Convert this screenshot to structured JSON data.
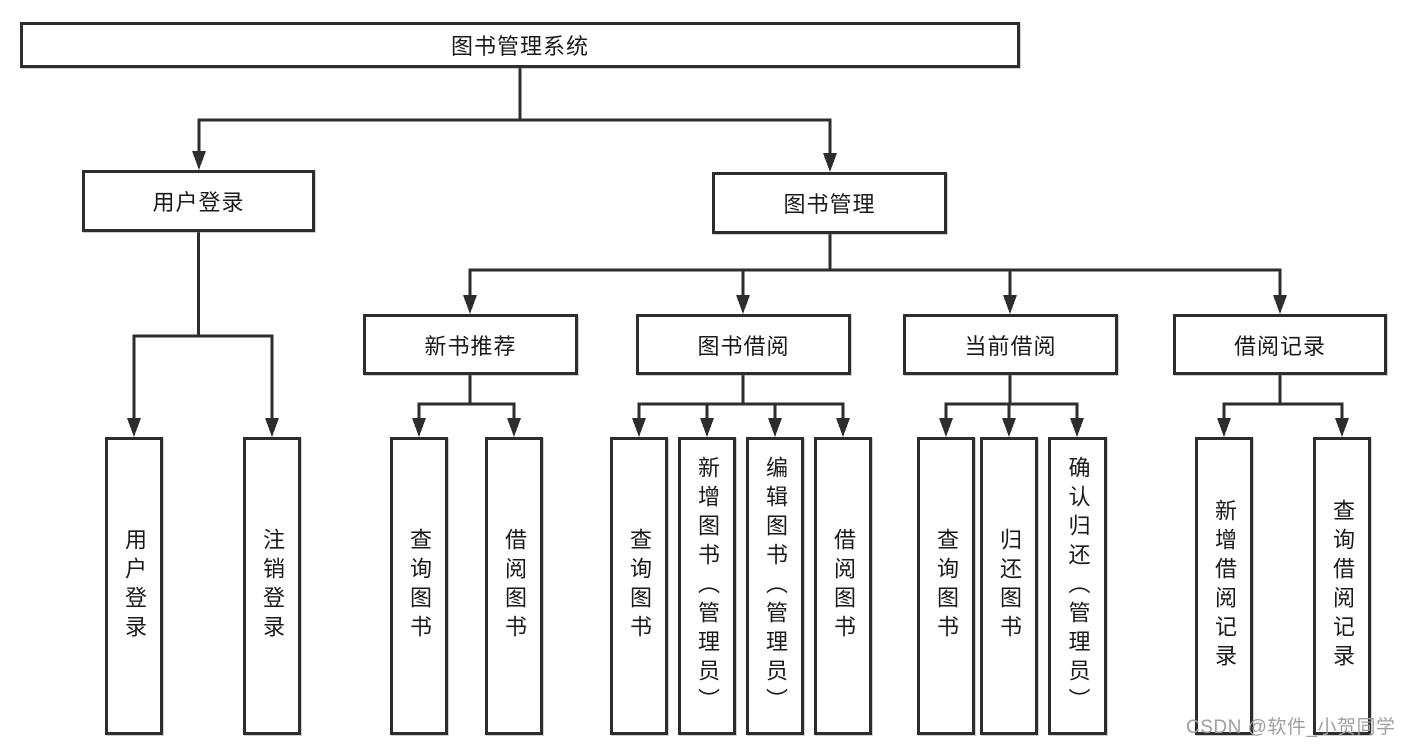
{
  "tree": {
    "root": {
      "label": "图书管理系统"
    },
    "level2": [
      {
        "label": "用户登录",
        "children": [
          {
            "label": "用户登录"
          },
          {
            "label": "注销登录"
          }
        ]
      },
      {
        "label": "图书管理",
        "children": [
          {
            "label": "新书推荐",
            "children": [
              {
                "label": "查询图书"
              },
              {
                "label": "借阅图书"
              }
            ]
          },
          {
            "label": "图书借阅",
            "children": [
              {
                "label": "查询图书"
              },
              {
                "label": "新增图书（管理员）"
              },
              {
                "label": "编辑图书（管理员）"
              },
              {
                "label": "借阅图书"
              }
            ]
          },
          {
            "label": "当前借阅",
            "children": [
              {
                "label": "查询图书"
              },
              {
                "label": "归还图书"
              },
              {
                "label": "确认归还（管理员）"
              }
            ]
          },
          {
            "label": "借阅记录",
            "children": [
              {
                "label": "新增借阅记录"
              },
              {
                "label": "查询借阅记录"
              }
            ]
          }
        ]
      }
    ]
  },
  "watermark": {
    "text": "CSDN @软件_小贺同学"
  },
  "colors": {
    "line": "#2d2d2d",
    "text": "#1a1a1a",
    "watermark": "#a09f9f",
    "background": "#ffffff"
  }
}
